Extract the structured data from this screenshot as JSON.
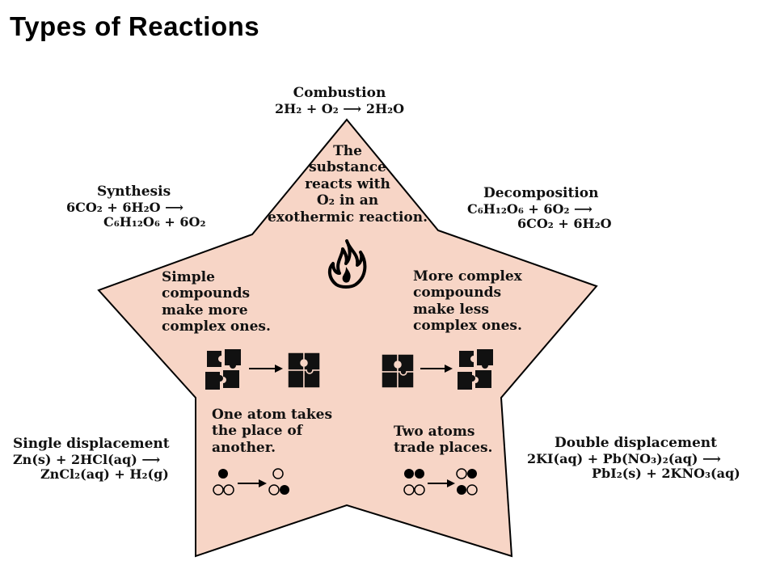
{
  "title": "Types of Reactions",
  "colors": {
    "star_fill": "#f7d5c6",
    "outline": "#000000"
  },
  "reactions": {
    "combustion": {
      "name": "Combustion",
      "equation": "2H₂ + O₂ ⟶ 2H₂O",
      "description": [
        "The",
        "substance",
        "reacts with",
        "O₂ in an",
        "exothermic reaction."
      ],
      "icon": "flame-icon"
    },
    "synthesis": {
      "name": "Synthesis",
      "equation_lines": [
        "6CO₂ + 6H₂O ⟶",
        "C₆H₁₂O₆ + 6O₂"
      ],
      "description": [
        "Simple",
        "compounds",
        "make more",
        "complex ones."
      ],
      "icon": "puzzle-assemble-icon"
    },
    "decomposition": {
      "name": "Decomposition",
      "equation_lines": [
        "C₆H₁₂O₆ + 6O₂ ⟶",
        "6CO₂ + 6H₂O"
      ],
      "description": [
        "More complex",
        "compounds",
        "make less",
        "complex ones."
      ],
      "icon": "puzzle-break-icon"
    },
    "single_displacement": {
      "name": "Single displacement",
      "equation_lines": [
        "Zn(s) + 2HCl(aq) ⟶",
        "ZnCl₂(aq) + H₂(g)"
      ],
      "description": [
        "One atom takes",
        "the place of",
        "another."
      ],
      "icon": "atom-swap-single-icon"
    },
    "double_displacement": {
      "name": "Double displacement",
      "equation_lines": [
        "2KI(aq) + Pb(NO₃)₂(aq) ⟶",
        "PbI₂(s) + 2KNO₃(aq)"
      ],
      "description": [
        "Two atoms",
        "trade places."
      ],
      "icon": "atom-swap-double-icon"
    }
  }
}
